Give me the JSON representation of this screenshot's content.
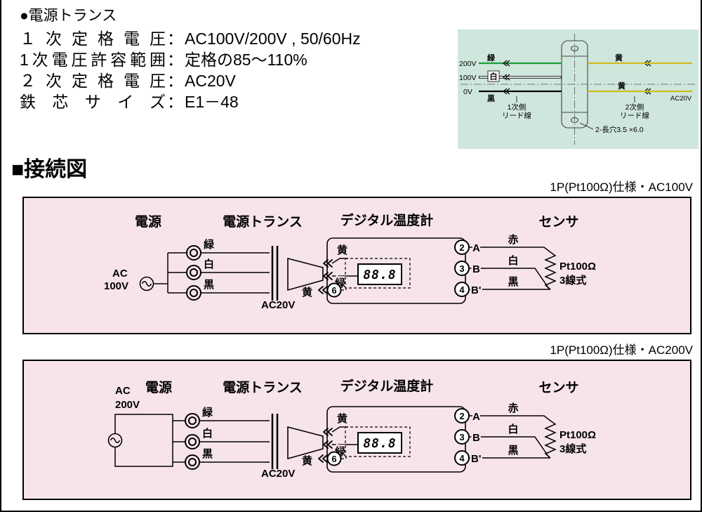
{
  "colors": {
    "panel_teal": "#cfe6dc",
    "panel_pink": "#f7e4eb",
    "wire_green": "#1f9d40",
    "wire_yellow": "#cdbb20",
    "line": "#000000"
  },
  "specs": {
    "title": "●電源トランス",
    "colon": "：",
    "rows": [
      {
        "label": "１次定格電圧",
        "value": "AC100V/200V , 50/60Hz"
      },
      {
        "label": "1次電圧許容範囲",
        "value": "定格の85～110%"
      },
      {
        "label": "２次定格電圧",
        "value": "AC20V"
      },
      {
        "label": "鉄芯サイズ",
        "value": "E1－48"
      }
    ]
  },
  "transformer_figure": {
    "taps": [
      "200V",
      "100V",
      "0V"
    ],
    "wire_green": "緑",
    "wire_white": "白",
    "wire_black": "黒",
    "wire_yellow_top": "黄",
    "wire_yellow_bottom": "黄",
    "output": "AC20V",
    "primary_lead_1": "1次側",
    "primary_lead_2": "リード線",
    "secondary_lead_1": "2次側",
    "secondary_lead_2": "リード線",
    "slot_note": "2-長穴3.5 ×6.0"
  },
  "section": {
    "title": "■接続図"
  },
  "diagrams": [
    {
      "caption": "1P(Pt100Ω)仕様・AC100V",
      "headers": {
        "power": "電源",
        "transformer": "電源トランス",
        "thermometer": "デジタル温度計",
        "sensor": "センサ"
      },
      "source_line1": "AC",
      "source_line2": "100V",
      "terminal_green": "緑",
      "terminal_white": "白",
      "terminal_black": "黒",
      "output": "AC20V",
      "lead_top": "黄",
      "lead_mid": "緑",
      "lead_bot": "黄",
      "display_value": "88.8",
      "terminal_2": "2",
      "terminal_3": "3",
      "terminal_4": "4",
      "terminal_6": "6",
      "point_a": "A",
      "point_b": "B",
      "point_b2": "B'",
      "wire_red": "赤",
      "wire_white": "白",
      "wire_black": "黒",
      "sensor_line1": "Pt100Ω",
      "sensor_line2": "3線式"
    },
    {
      "caption": "1P(Pt100Ω)仕様・AC200V",
      "headers": {
        "power": "電源",
        "transformer": "電源トランス",
        "thermometer": "デジタル温度計",
        "sensor": "センサ"
      },
      "source_line1": "AC",
      "source_line2": "200V",
      "terminal_green": "緑",
      "terminal_white": "白",
      "terminal_black": "黒",
      "output": "AC20V",
      "lead_top": "黄",
      "lead_mid": "緑",
      "lead_bot": "黄",
      "display_value": "88.8",
      "terminal_2": "2",
      "terminal_3": "3",
      "terminal_4": "4",
      "terminal_6": "6",
      "point_a": "A",
      "point_b": "B",
      "point_b2": "B'",
      "wire_red": "赤",
      "wire_white": "白",
      "wire_black": "黒",
      "sensor_line1": "Pt100Ω",
      "sensor_line2": "3線式"
    }
  ]
}
